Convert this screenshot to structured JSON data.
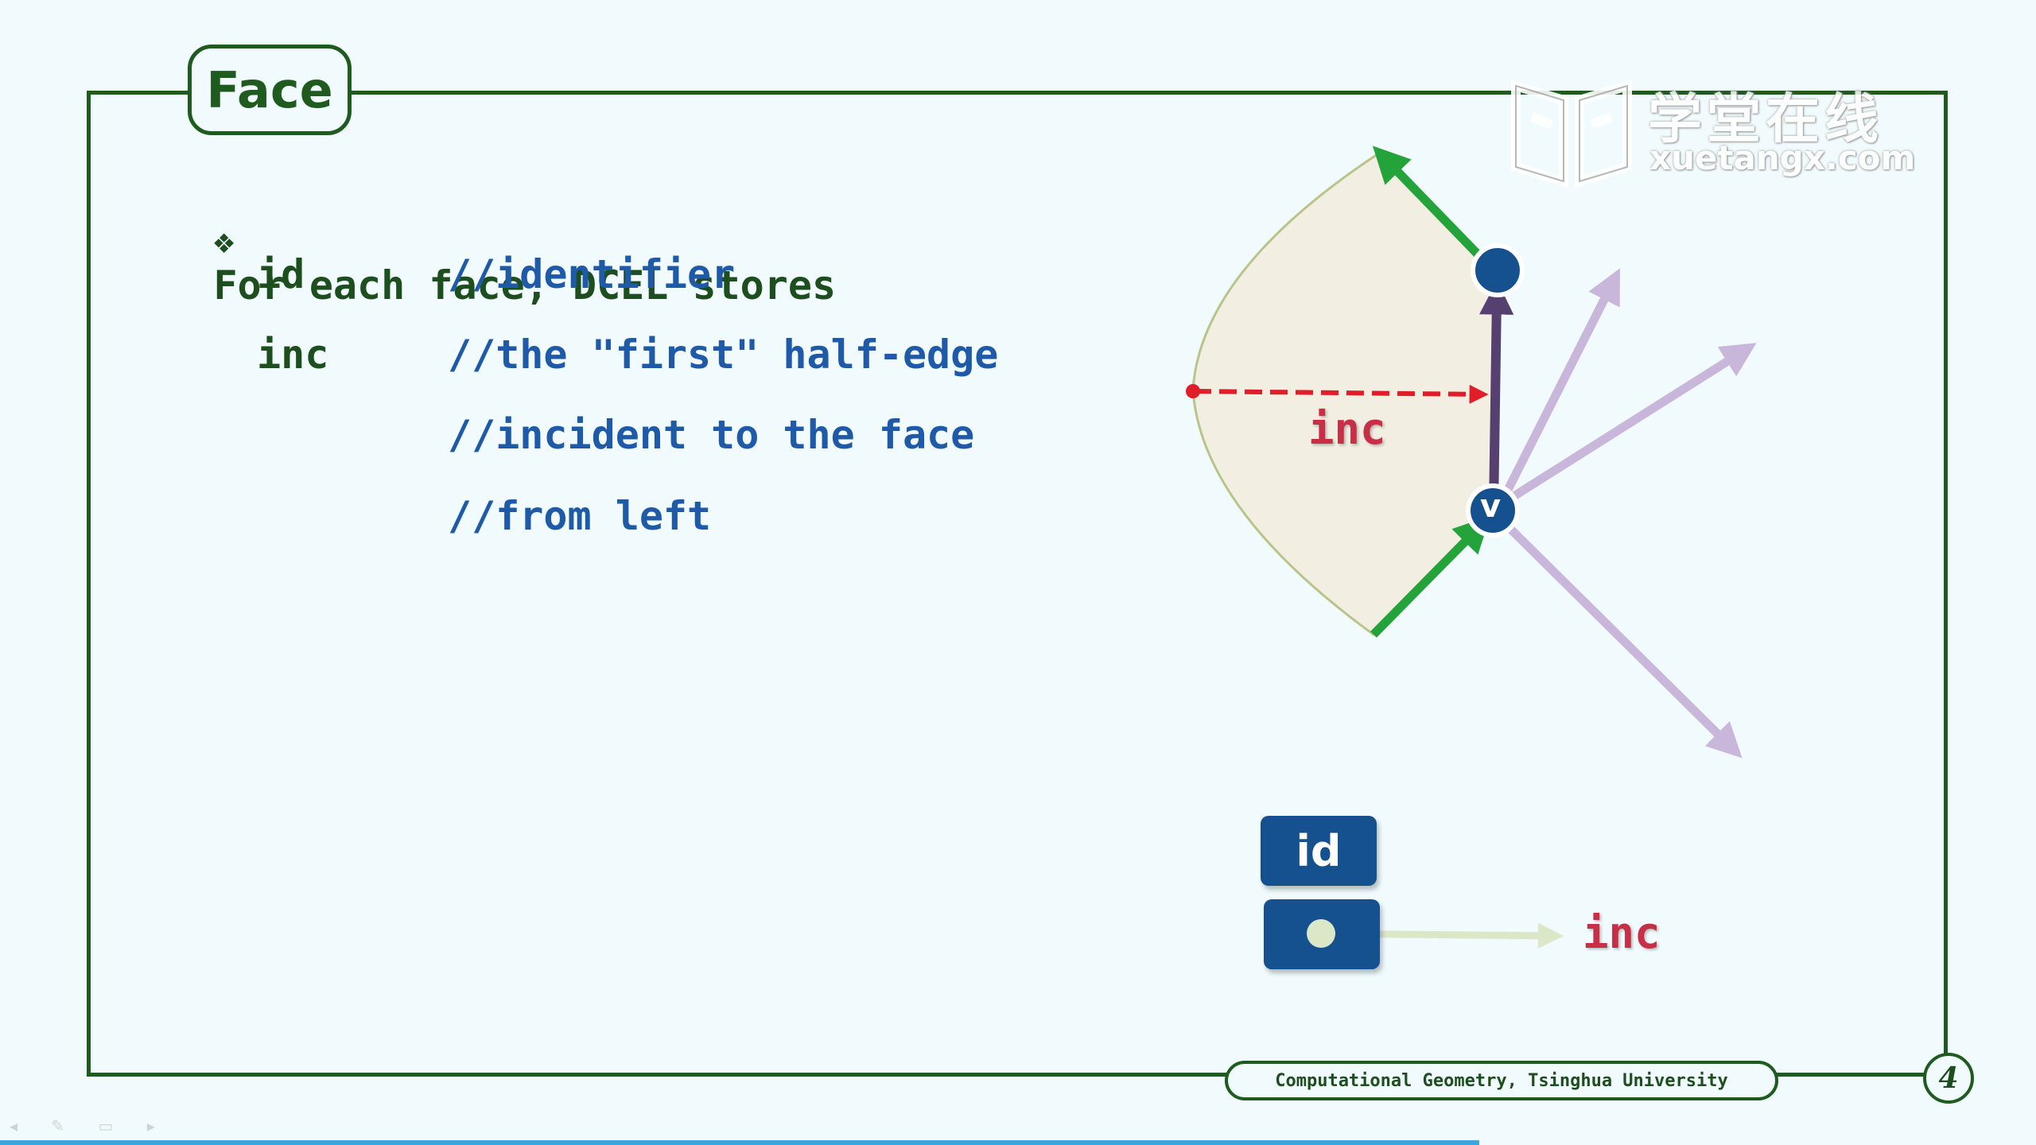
{
  "slide": {
    "title": "Face",
    "bullet_symbol": "❖",
    "intro": "For each face, DCEL stores",
    "fields": [
      {
        "name": "id",
        "comment": "//identifier"
      },
      {
        "name": "inc",
        "comment": "//the \"first\" half-edge"
      }
    ],
    "comment_lines": [
      "//incident to the face",
      "//from left"
    ],
    "page_number": "4"
  },
  "footer": {
    "text": "Computational Geometry, Tsinghua University"
  },
  "watermark": {
    "chinese": "学堂在线",
    "domain": "xuetangx.com"
  },
  "diagram": {
    "inc_label": "inc",
    "vertex_label": "v",
    "record_id_label": "id",
    "record_inc_label": "inc"
  },
  "colors": {
    "frame": "#1f5a1f",
    "code_keyword": "#1d4e1d",
    "code_comment": "#1f5aa8",
    "inc": "#c62f46",
    "green_edge": "#23a33a",
    "purple_edge": "#55406f",
    "lilac_edge": "#c9b7db",
    "vertex_fill": "#15508f",
    "face_fill": "#f2eee2"
  }
}
